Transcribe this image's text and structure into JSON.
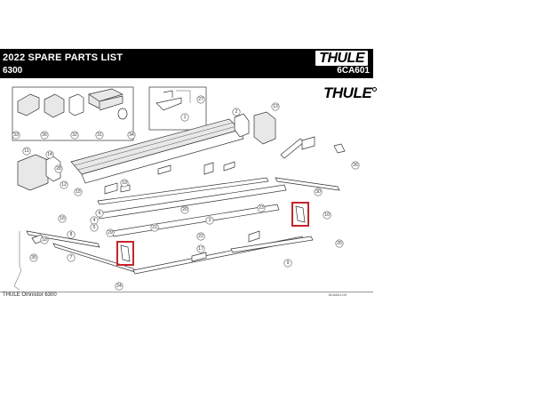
{
  "header": {
    "title": "2022 SPARE PARTS LIST",
    "model": "6300",
    "code": "6CA601",
    "logo": "THULE"
  },
  "brand_mark": "THULE",
  "footer": {
    "label": "THULE Omnistor 6300",
    "ref": "6CA601-00"
  },
  "callouts": [
    "33",
    "36",
    "32",
    "31",
    "34",
    "27",
    "1",
    "2",
    "13",
    "11",
    "14",
    "28",
    "12",
    "16",
    "19",
    "7",
    "26",
    "10",
    "15",
    "20",
    "3",
    "4",
    "5",
    "6",
    "22",
    "23",
    "21",
    "8",
    "9",
    "17",
    "18",
    "24",
    "25",
    "29",
    "30",
    "35"
  ]
}
